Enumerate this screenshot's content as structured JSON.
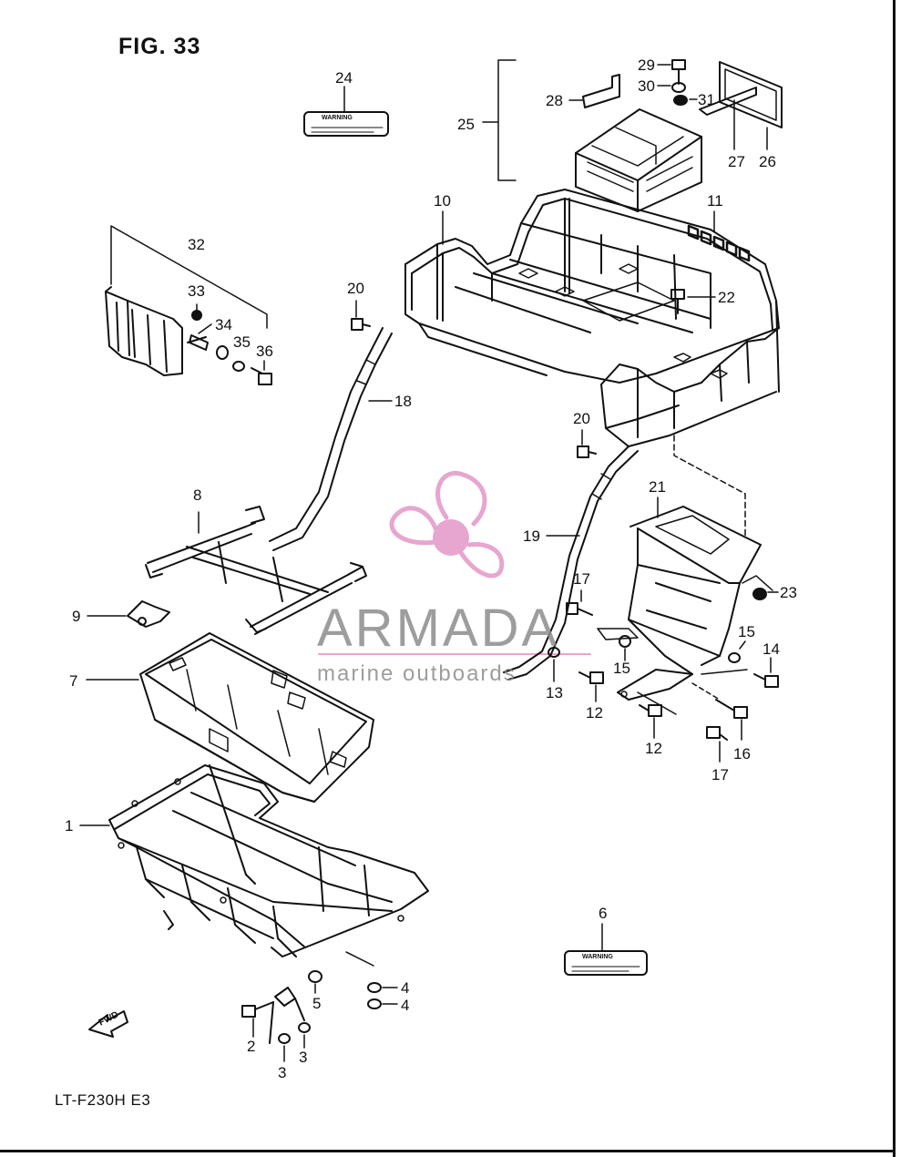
{
  "figure": {
    "title": "FIG. 33",
    "model": "LT-F230H  E3"
  },
  "warning_labels": [
    "WARNING",
    "WARNING"
  ],
  "fwd_arrow": "FWD",
  "watermark": {
    "brand": "ARMADA",
    "tagline": "marine outboards",
    "color": "#e7a6cf"
  },
  "callouts": [
    {
      "id": "c24",
      "text": "24"
    },
    {
      "id": "c25",
      "text": "25"
    },
    {
      "id": "c28",
      "text": "28"
    },
    {
      "id": "c29",
      "text": "29"
    },
    {
      "id": "c30",
      "text": "30"
    },
    {
      "id": "c31",
      "text": "31"
    },
    {
      "id": "c27",
      "text": "27"
    },
    {
      "id": "c26",
      "text": "26"
    },
    {
      "id": "c10",
      "text": "10"
    },
    {
      "id": "c11",
      "text": "11"
    },
    {
      "id": "c32",
      "text": "32"
    },
    {
      "id": "c33",
      "text": "33"
    },
    {
      "id": "c34",
      "text": "34"
    },
    {
      "id": "c35",
      "text": "35"
    },
    {
      "id": "c36",
      "text": "36"
    },
    {
      "id": "c20a",
      "text": "20"
    },
    {
      "id": "c22",
      "text": "22"
    },
    {
      "id": "c18",
      "text": "18"
    },
    {
      "id": "c20b",
      "text": "20"
    },
    {
      "id": "c8",
      "text": "8"
    },
    {
      "id": "c21",
      "text": "21"
    },
    {
      "id": "c19",
      "text": "19"
    },
    {
      "id": "c23",
      "text": "23"
    },
    {
      "id": "c17a",
      "text": "17"
    },
    {
      "id": "c9",
      "text": "9"
    },
    {
      "id": "c15a",
      "text": "15"
    },
    {
      "id": "c14",
      "text": "14"
    },
    {
      "id": "c15b",
      "text": "15"
    },
    {
      "id": "c7",
      "text": "7"
    },
    {
      "id": "c13",
      "text": "13"
    },
    {
      "id": "c12a",
      "text": "12"
    },
    {
      "id": "c16",
      "text": "16"
    },
    {
      "id": "c12b",
      "text": "12"
    },
    {
      "id": "c17b",
      "text": "17"
    },
    {
      "id": "c1",
      "text": "1"
    },
    {
      "id": "c6",
      "text": "6"
    },
    {
      "id": "c4a",
      "text": "4"
    },
    {
      "id": "c5",
      "text": "5"
    },
    {
      "id": "c4b",
      "text": "4"
    },
    {
      "id": "c2",
      "text": "2"
    },
    {
      "id": "c3a",
      "text": "3"
    },
    {
      "id": "c3b",
      "text": "3"
    }
  ]
}
